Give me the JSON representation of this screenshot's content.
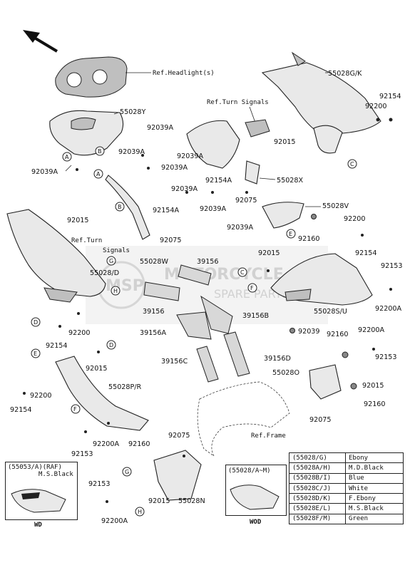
{
  "labels": {
    "headlight": "Ref.Headlight(s)",
    "turn_signals_top": "Ref.Turn Signals",
    "turn_signals_left_1": "Ref.Turn",
    "turn_signals_left_2": "Signals",
    "frame": "Ref.Frame"
  },
  "parts": {
    "p55028GK": "55028G/K",
    "p55028Y": "55028Y",
    "p92154_top": "92154",
    "p92200_top": "92200",
    "p92039A_1": "92039A",
    "p92039A_2": "92039A",
    "p92039A_3": "92039A",
    "p92039A_4": "92039A",
    "p92039A_5": "92039A",
    "p92039A_6": "92039A",
    "p92039A_7": "92039A",
    "p92039A_8": "92039A",
    "p92015_1": "92015",
    "p92015_2": "92015",
    "p92015_3": "92015",
    "p92015_4": "92015",
    "p92015_5": "92015",
    "p92015_6": "92015",
    "p92154A_1": "92154A",
    "p92154A_2": "92154A",
    "p55028X": "55028X",
    "p92075_1": "92075",
    "p92075_2": "92075",
    "p92075_3": "92075",
    "p92075_4": "92075",
    "p55028V": "55028V",
    "p92160_1": "92160",
    "p92160_2": "92160",
    "p92160_3": "92160",
    "p92160_4": "92160",
    "p92200_2": "92200",
    "p92200_3": "92200",
    "p92200_4": "92200",
    "p92154_2": "92154",
    "p92154_3": "92154",
    "p92154_4": "92154",
    "p92153_1": "92153",
    "p92153_2": "92153",
    "p92153_3": "92153",
    "p92153_4": "92153",
    "p92200A_1": "92200A",
    "p92200A_2": "92200A",
    "p92200A_3": "92200A",
    "p92200A_4": "92200A",
    "p55028W": "55028W",
    "p55028D": "55028/D",
    "p39156": "39156",
    "p39156_2": "39156",
    "p39156A": "39156A",
    "p39156B": "39156B",
    "p39156C": "39156C",
    "p39156D": "39156D",
    "p55028SU": "55028S/U",
    "p92039": "92039",
    "p55028O": "55028O",
    "p55028PR": "55028P/R",
    "p55028N": "55028N"
  },
  "callouts": [
    "A",
    "B",
    "C",
    "D",
    "E",
    "F",
    "G",
    "H"
  ],
  "watermark": {
    "brand": "MOTORCYCLE",
    "sub": "SPARE PARTS",
    "logo": "MSP"
  },
  "color_table": [
    {
      "code": "(55028/G)",
      "color": "Ebony"
    },
    {
      "code": "(55028A/H)",
      "color": "M.D.Black"
    },
    {
      "code": "(55028B/I)",
      "color": "Blue"
    },
    {
      "code": "(55028C/J)",
      "color": "White"
    },
    {
      "code": "(55028D/K)",
      "color": "F.Ebony"
    },
    {
      "code": "(55028E/L)",
      "color": "M.S.Black"
    },
    {
      "code": "(55028F/M)",
      "color": "Green"
    }
  ],
  "inset_left": {
    "title": "(55053/A)(RAF)",
    "color": "M.S.Black",
    "caption": "WD"
  },
  "inset_right": {
    "title": "(55028/A~M)",
    "caption": "WOD"
  }
}
